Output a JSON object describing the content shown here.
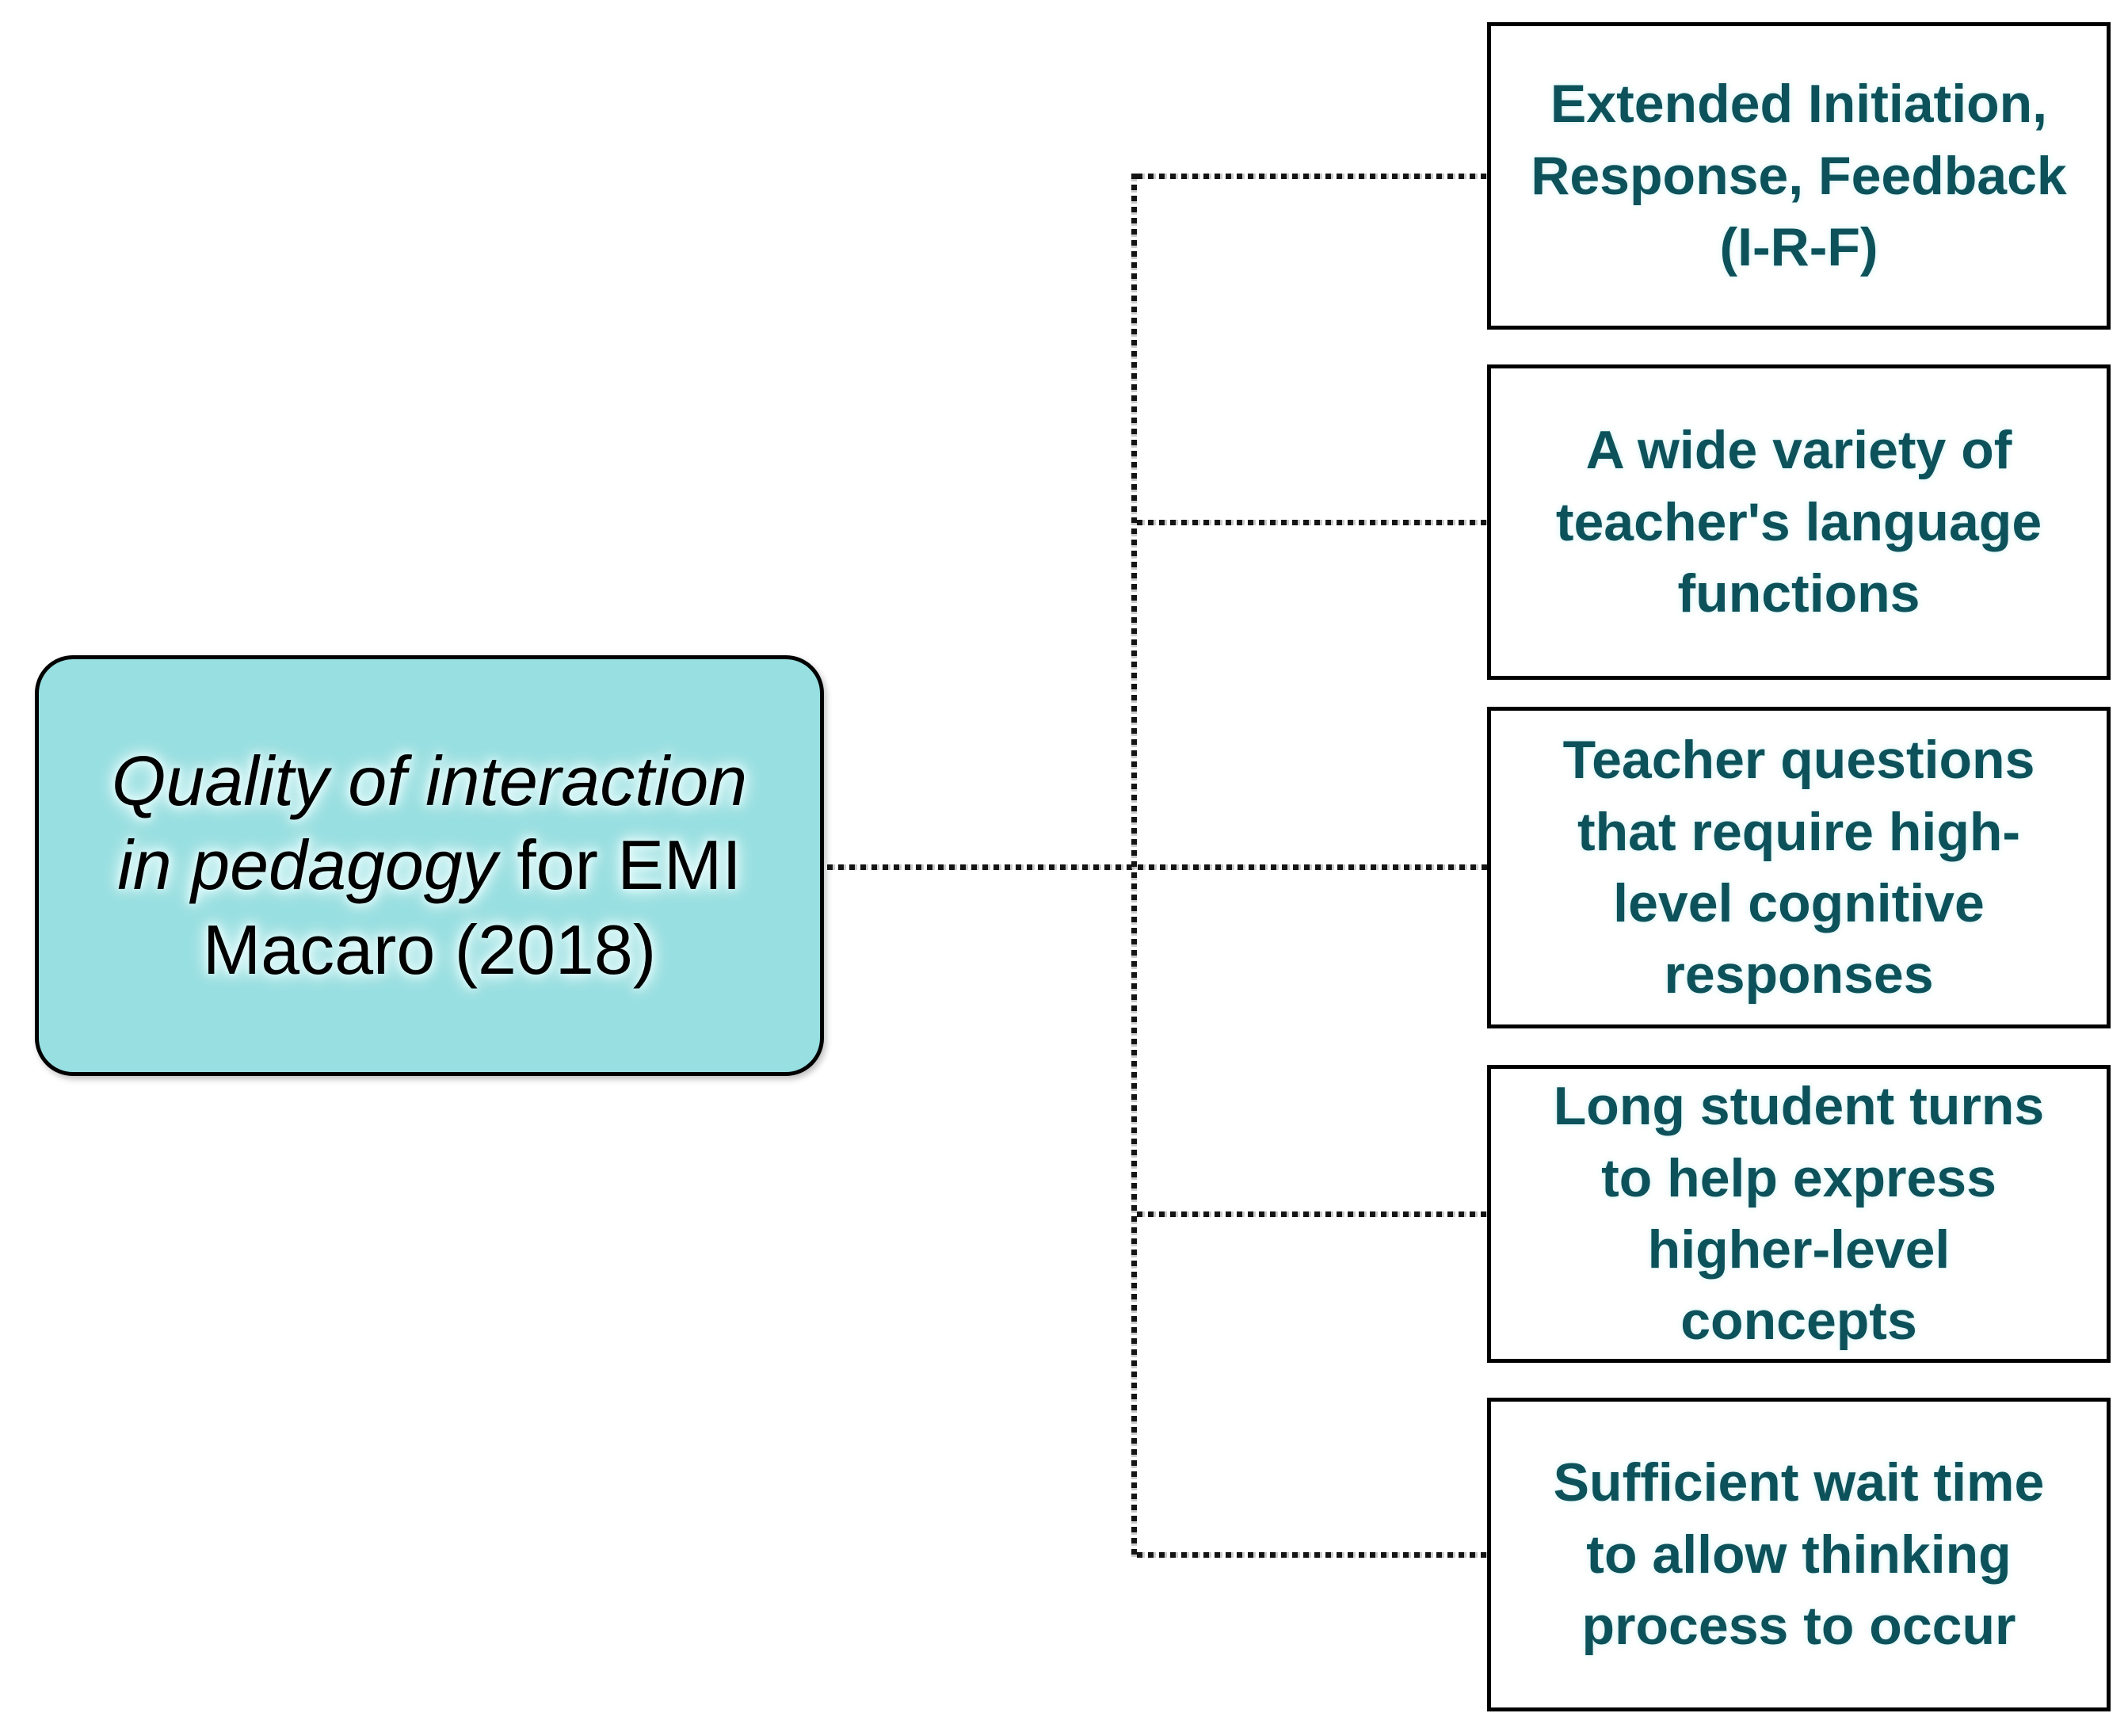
{
  "diagram": {
    "root_node": {
      "line1_italic": "Quality of interaction",
      "line2_italic": "in pedagogy",
      "line2_regular": "for EMI",
      "line3": "Macaro (2018)"
    },
    "branches": [
      {
        "label": "Extended Initiation, Response, Feedback (I-R-F)"
      },
      {
        "label": "A wide variety of teacher's language functions"
      },
      {
        "label": "Teacher questions that require high-level cognitive responses"
      },
      {
        "label": "Long student turns to help express higher-level concepts"
      },
      {
        "label": "Sufficient wait time to allow thinking process to occur"
      }
    ],
    "colors": {
      "background": "#ffffff",
      "root_fill": "#97dfe1",
      "root_text": "#000000",
      "box_border": "#000000",
      "branch_text": "#0d525b",
      "connector": "#141414"
    }
  }
}
